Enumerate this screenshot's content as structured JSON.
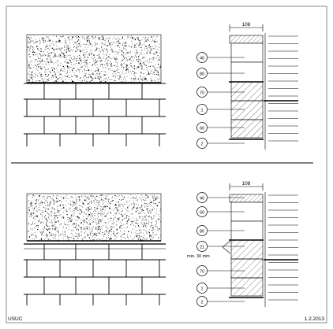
{
  "footer": {
    "left_text": "USUC",
    "right_text": "1.2.2013"
  },
  "panel_top": {
    "dimension_label": "108",
    "layers": [
      {
        "id": "40"
      },
      {
        "id": "80"
      },
      {
        "id": "70"
      },
      {
        "id": "1"
      },
      {
        "id": "60"
      },
      {
        "id": "2"
      }
    ]
  },
  "panel_bottom": {
    "dimension_label": "108",
    "gap_note": "min. 30 mm",
    "layers": [
      {
        "id": "40"
      },
      {
        "id": "60"
      },
      {
        "id": "80"
      },
      {
        "id": "21"
      },
      {
        "id": "70"
      },
      {
        "id": "1"
      },
      {
        "id": "2"
      }
    ]
  },
  "colors": {
    "line": "#000000",
    "frame": "#6b6b6b",
    "background": "#ffffff"
  },
  "textures": {
    "gravel": "stippled-aggregate",
    "insulation": "diagonal-hatch"
  }
}
